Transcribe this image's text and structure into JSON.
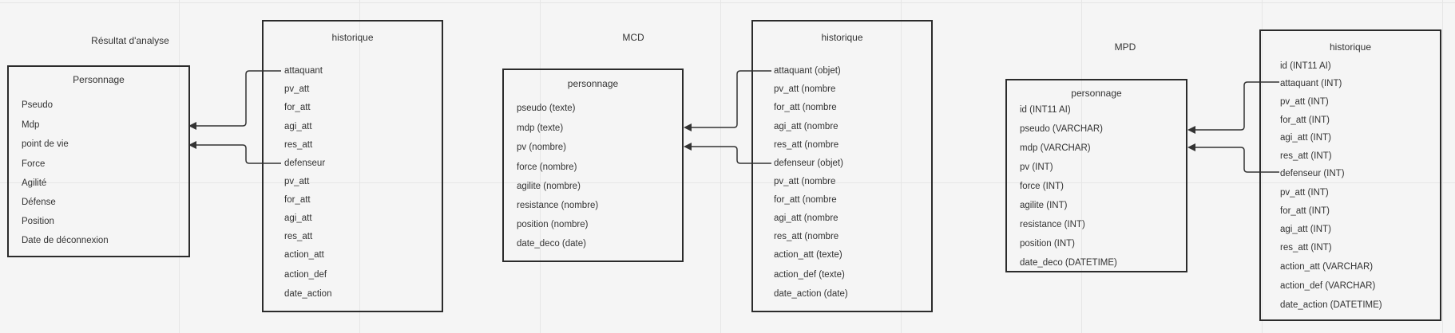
{
  "sections": [
    {
      "caption": "Résultat d'analyse",
      "entity": {
        "title": "Personnage",
        "fields": [
          "Pseudo",
          "Mdp",
          "point de vie",
          "Force",
          "Agilité",
          "Défense",
          "Position",
          "Date de déconnexion"
        ]
      },
      "history": {
        "title": "historique",
        "fields": [
          "attaquant",
          "pv_att",
          "for_att",
          "agi_att",
          "res_att",
          "defenseur",
          "pv_att",
          "for_att",
          "agi_att",
          "res_att",
          "action_att",
          "action_def",
          "date_action"
        ]
      }
    },
    {
      "caption": "MCD",
      "entity": {
        "title": "personnage",
        "fields": [
          "pseudo (texte)",
          "mdp (texte)",
          "pv (nombre)",
          "force (nombre)",
          "agilite (nombre)",
          "resistance (nombre)",
          "position (nombre)",
          "date_deco (date)"
        ]
      },
      "history": {
        "title": "historique",
        "fields": [
          "attaquant (objet)",
          "pv_att (nombre",
          "for_att (nombre",
          "agi_att (nombre",
          "res_att (nombre",
          "defenseur (objet)",
          "pv_att (nombre",
          "for_att (nombre",
          "agi_att (nombre",
          "res_att (nombre",
          "action_att (texte)",
          "action_def (texte)",
          "date_action (date)"
        ]
      }
    },
    {
      "caption": "MPD",
      "entity": {
        "title": "personnage",
        "fields": [
          "id (INT11 AI)",
          "pseudo (VARCHAR)",
          "mdp (VARCHAR)",
          "pv (INT)",
          "force (INT)",
          "agilite (INT)",
          "resistance (INT)",
          "position (INT)",
          "date_deco (DATETIME)"
        ]
      },
      "history": {
        "title": "historique",
        "fields": [
          "id (INT11 AI)",
          "attaquant (INT)",
          "pv_att (INT)",
          "for_att (INT)",
          "agi_att (INT)",
          "res_att (INT)",
          "defenseur (INT)",
          "pv_att (INT)",
          "for_att (INT)",
          "agi_att (INT)",
          "res_att (INT)",
          "action_att (VARCHAR)",
          "action_def (VARCHAR)",
          "date_action (DATETIME)"
        ]
      }
    }
  ]
}
